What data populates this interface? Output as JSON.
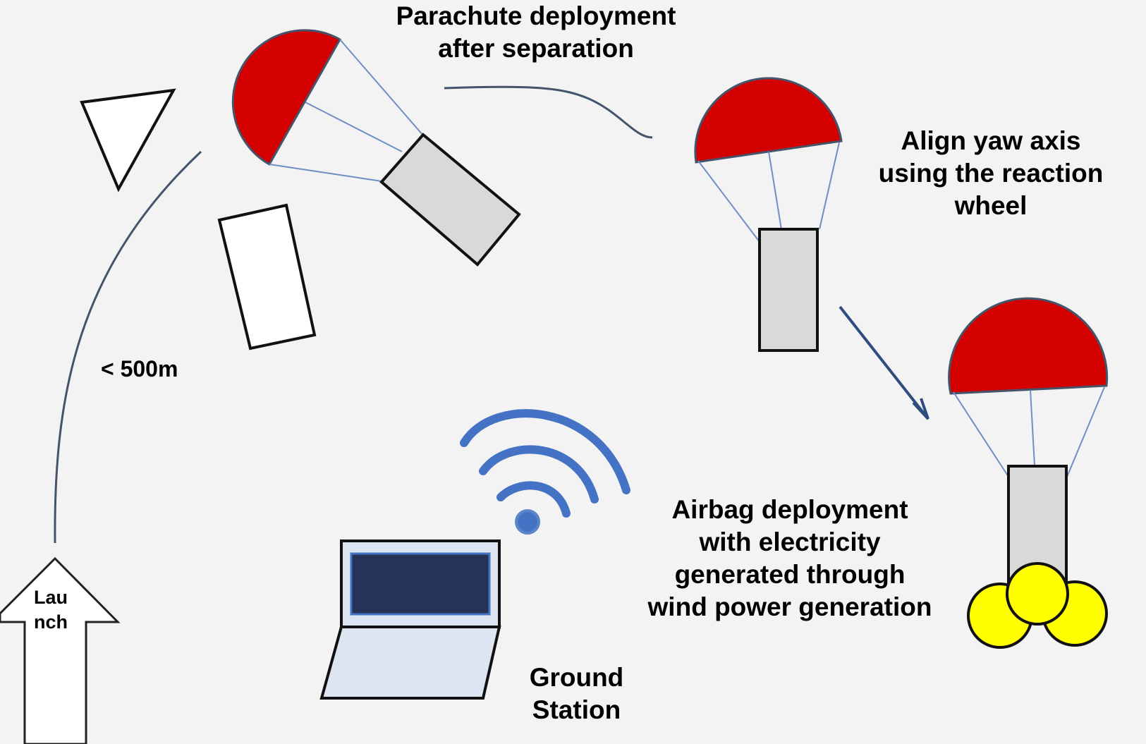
{
  "labels": {
    "parachute_deployment": "Parachute deployment\nafter separation",
    "align_yaw": "Align yaw axis\nusing the reaction\nwheel",
    "airbag_deployment": "Airbag deployment\nwith electricity\ngenerated through\nwind power generation",
    "ground_station": "Ground\nStation",
    "altitude": "< 500m",
    "launch": "Launch"
  },
  "colors": {
    "parachute_canopy": "#d40000",
    "payload_body": "#d9d9d9",
    "airbag": "#ffff00",
    "path_line": "#44546a",
    "signal": "#4472c4",
    "laptop_screen": "#243457",
    "laptop_body": "#dde5f2",
    "shroud_line": "#6f8ec3"
  }
}
